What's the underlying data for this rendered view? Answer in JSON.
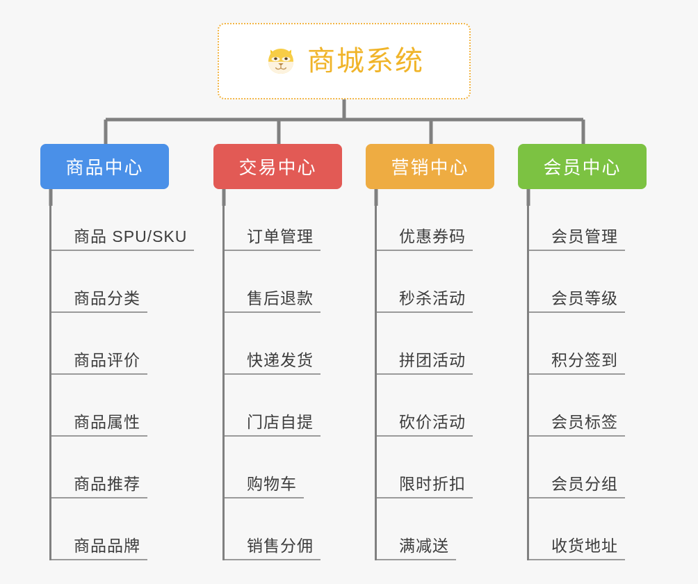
{
  "root": {
    "title": "商城系统",
    "icon": "dog-face-emoji",
    "border_color": "#f2b544",
    "text_color": "#f0b429",
    "background": "#ffffff"
  },
  "canvas": {
    "background": "#f7f7f7",
    "connector_color": "#808080",
    "leaf_line_color": "#9a9a9a",
    "leaf_text_color": "#3c3c3c"
  },
  "branches": [
    {
      "label": "商品中心",
      "color": "#4a90e8",
      "items": [
        "商品 SPU/SKU",
        "商品分类",
        "商品评价",
        "商品属性",
        "商品推荐",
        "商品品牌"
      ]
    },
    {
      "label": "交易中心",
      "color": "#e25a55",
      "items": [
        "订单管理",
        "售后退款",
        "快递发货",
        "门店自提",
        "购物车",
        "销售分佣"
      ]
    },
    {
      "label": "营销中心",
      "color": "#eeac42",
      "items": [
        "优惠券码",
        "秒杀活动",
        "拼团活动",
        "砍价活动",
        "限时折扣",
        "满减送"
      ]
    },
    {
      "label": "会员中心",
      "color": "#7cc242",
      "items": [
        "会员管理",
        "会员等级",
        "积分签到",
        "会员标签",
        "会员分组",
        "收货地址"
      ]
    }
  ]
}
